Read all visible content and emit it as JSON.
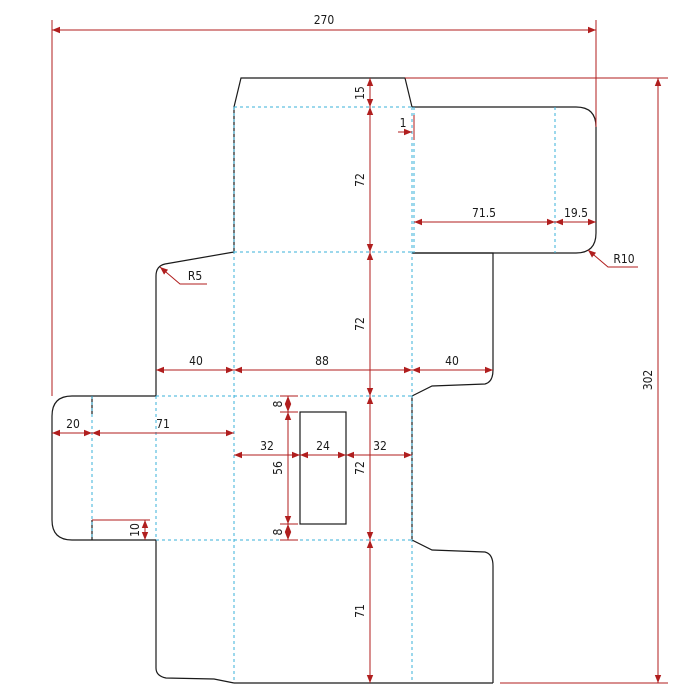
{
  "dimensions": {
    "overall_width": "270",
    "overall_height": "302",
    "top_flap_height": "15",
    "lid_height": "72",
    "back_panel_height": "72",
    "front_panel_height": "72",
    "bottom_panel_height": "71",
    "gap_offset": "1",
    "right_flap_width": "71.5",
    "right_tuck_width": "19.5",
    "radius_large": "R10",
    "radius_small": "R5",
    "left_side_width": "40",
    "center_width": "88",
    "right_side_width": "40",
    "left_tuck_width": "20",
    "left_flap_width": "71",
    "window_left_offset": "32",
    "window_width": "24",
    "window_right_offset": "32",
    "window_height": "56",
    "window_top_margin": "8",
    "window_bottom_margin": "8",
    "notch_height": "10"
  },
  "colors": {
    "cut_line": "#1a1a1a",
    "fold_line": "#3ab0d8",
    "dimension_line": "#b01e1e"
  }
}
